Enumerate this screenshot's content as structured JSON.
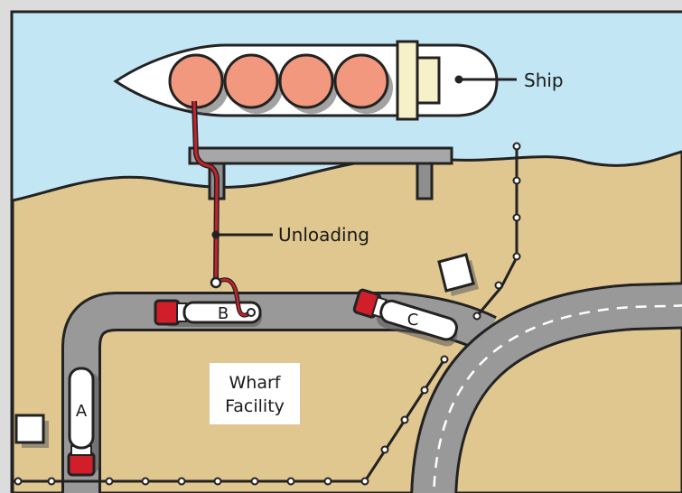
{
  "labels": {
    "ship": "Ship",
    "unloading": "Unloading",
    "facility_line1": "Wharf",
    "facility_line2": "Facility"
  },
  "trucks": [
    {
      "id": "A",
      "label": "A"
    },
    {
      "id": "B",
      "label": "B"
    },
    {
      "id": "C",
      "label": "C"
    }
  ],
  "colors": {
    "water": "#c3e6f5",
    "sand": "#e0c68f",
    "road": "#999999",
    "tank": "#f2987e",
    "hose": "#c8202c",
    "cab": "#d01e2a",
    "frame": "#dcdcdc"
  }
}
